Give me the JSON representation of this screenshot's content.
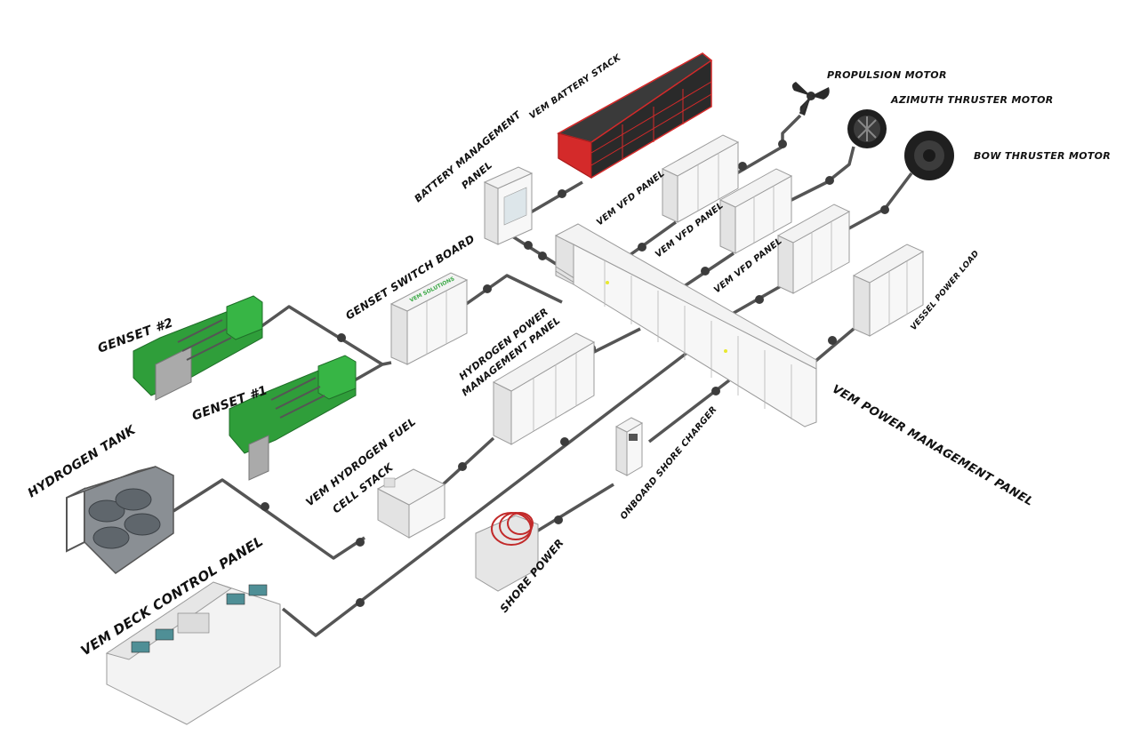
{
  "labels": {
    "genset2": "GENSET #2",
    "genset1": "GENSET #1",
    "hydrogen_tank": "HYDROGEN TANK",
    "deck_control_panel": "VEM DECK CONTROL PANEL",
    "genset_switch_board": "GENSET SWITCH BOARD",
    "battery_mgmt_line1": "BATTERY MANAGEMENT",
    "battery_mgmt_line2": "PANEL",
    "battery_stack": "VEM BATTERY STACK",
    "vfd_panel_1": "VEM VFD PANEL",
    "vfd_panel_2": "VEM VFD PANEL",
    "vfd_panel_3": "VEM VFD PANEL",
    "propulsion_motor": "PROPULSION MOTOR",
    "azimuth_thruster_motor": "AZIMUTH THRUSTER MOTOR",
    "bow_thruster_motor": "BOW THRUSTER MOTOR",
    "vessel_power_load": "VESSEL POWER LOAD",
    "hydrogen_pmp_line1": "HYDROGEN POWER",
    "hydrogen_pmp_line2": "MANAGEMENT PANEL",
    "fuel_cell_line1": "VEM HYDROGEN FUEL",
    "fuel_cell_line2": "CELL STACK",
    "onboard_shore_charger": "ONBOARD SHORE CHARGER",
    "shore_power": "SHORE POWER",
    "power_management_panel": "VEM POWER MANAGEMENT PANEL"
  },
  "colors": {
    "genset_green": "#2f9e3a",
    "battery_red": "#d42a2a",
    "cable_gray": "#555555",
    "panel_white": "#f3f3f3",
    "logo_green": "#3aa845"
  },
  "icons": {
    "propulsion_motor": "propeller-icon",
    "azimuth_thruster_motor": "fan-motor-icon",
    "bow_thruster_motor": "thruster-icon"
  }
}
